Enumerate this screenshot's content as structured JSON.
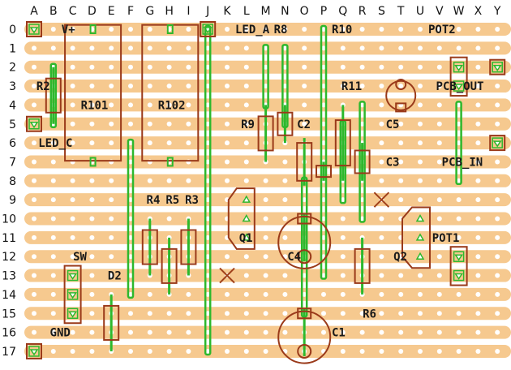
{
  "board": {
    "columns": [
      "A",
      "B",
      "C",
      "D",
      "E",
      "F",
      "G",
      "H",
      "I",
      "J",
      "K",
      "L",
      "M",
      "N",
      "O",
      "P",
      "Q",
      "R",
      "S",
      "T",
      "U",
      "V",
      "W",
      "X",
      "Y"
    ],
    "rows": [
      "0",
      "1",
      "2",
      "3",
      "4",
      "5",
      "6",
      "7",
      "8",
      "9",
      "10",
      "11",
      "12",
      "13",
      "14",
      "15",
      "16",
      "17"
    ],
    "colors": {
      "strip": "#f6c98f",
      "hole": "#ffffff",
      "wire": "#2db82d",
      "component": "#9a3a1a",
      "cut": "#a0401a"
    }
  },
  "labels": [
    {
      "text": "V+",
      "col": 1,
      "row": 0
    },
    {
      "text": "LED_A",
      "col": 10,
      "row": 0
    },
    {
      "text": "R8",
      "col": 12,
      "row": 0
    },
    {
      "text": "R10",
      "col": 15,
      "row": 0
    },
    {
      "text": "POT2",
      "col": 20,
      "row": 0
    },
    {
      "text": "R2",
      "col": -0.3,
      "row": 3
    },
    {
      "text": "R101",
      "col": 2,
      "row": 4
    },
    {
      "text": "R102",
      "col": 6,
      "row": 4
    },
    {
      "text": "R11",
      "col": 15.5,
      "row": 3
    },
    {
      "text": "PCB_OUT",
      "col": 20.4,
      "row": 3
    },
    {
      "text": "R9",
      "col": 10.3,
      "row": 5
    },
    {
      "text": "C2",
      "col": 13.2,
      "row": 5
    },
    {
      "text": "C5",
      "col": 17.8,
      "row": 5
    },
    {
      "text": "LED_C",
      "col": -0.2,
      "row": 6
    },
    {
      "text": "C3",
      "col": 17.8,
      "row": 7
    },
    {
      "text": "PCB_IN",
      "col": 20.7,
      "row": 7
    },
    {
      "text": "R4",
      "col": 5.4,
      "row": 9
    },
    {
      "text": "R5",
      "col": 6.4,
      "row": 9
    },
    {
      "text": "R3",
      "col": 7.4,
      "row": 9
    },
    {
      "text": "Q1",
      "col": 10.2,
      "row": 11
    },
    {
      "text": "POT1",
      "col": 20.2,
      "row": 11
    },
    {
      "text": "SW",
      "col": 1.6,
      "row": 12
    },
    {
      "text": "C4",
      "col": 12.7,
      "row": 12
    },
    {
      "text": "Q2",
      "col": 18.2,
      "row": 12
    },
    {
      "text": "D2",
      "col": 3.4,
      "row": 13
    },
    {
      "text": "R6",
      "col": 16.6,
      "row": 15
    },
    {
      "text": "GND",
      "col": 0.4,
      "row": 16
    },
    {
      "text": "C1",
      "col": 15,
      "row": 16
    }
  ],
  "pads": [
    {
      "name": "pad-vplus",
      "col": 0,
      "row": 0
    },
    {
      "name": "pad-led-a",
      "col": 9,
      "row": 0
    },
    {
      "name": "pad-led-c",
      "col": 0,
      "row": 5
    },
    {
      "name": "pad-pcb-out",
      "col": 24,
      "row": 2
    },
    {
      "name": "pad-pcb-in",
      "col": 24,
      "row": 6
    },
    {
      "name": "pad-gnd",
      "col": 0,
      "row": 17
    }
  ],
  "wires": [
    {
      "col": 1,
      "from": 5,
      "to": 2
    },
    {
      "col": 9,
      "from": 0,
      "to": 17
    },
    {
      "col": 12,
      "from": 1,
      "to": 4
    },
    {
      "col": 13,
      "from": 1,
      "to": 5
    },
    {
      "col": 15,
      "from": 0,
      "to": 13
    },
    {
      "col": 5,
      "from": 6,
      "to": 14
    },
    {
      "col": 17,
      "from": 10,
      "to": 4
    },
    {
      "col": 22,
      "from": 4,
      "to": 8
    },
    {
      "col": 14,
      "from": 8,
      "to": 15
    },
    {
      "col": 16,
      "from": 5,
      "to": 9
    }
  ],
  "resistors": [
    {
      "name": "resistor-r2",
      "col": 1,
      "from": 2,
      "to": 5
    },
    {
      "name": "resistor-r9",
      "col": 12,
      "from": 4,
      "to": 7
    },
    {
      "name": "resistor-r8",
      "col": 13,
      "from": 4,
      "to": 6
    },
    {
      "name": "resistor-r10",
      "col": 15,
      "from": 7,
      "to": 8
    },
    {
      "name": "resistor-r11",
      "col": 16,
      "from": 4,
      "to": 8
    },
    {
      "name": "resistor-r3",
      "col": 8,
      "from": 10,
      "to": 13
    },
    {
      "name": "resistor-r4",
      "col": 6,
      "from": 10,
      "to": 13
    },
    {
      "name": "resistor-r5",
      "col": 7,
      "from": 11,
      "to": 14
    },
    {
      "name": "resistor-r6",
      "col": 17,
      "from": 11,
      "to": 14
    },
    {
      "name": "resistor-c3",
      "col": 17,
      "from": 6,
      "to": 8
    },
    {
      "name": "diode-d2",
      "col": 4,
      "from": 14,
      "to": 17
    }
  ],
  "blocks": [
    {
      "name": "resistor-network-r101",
      "col1": 1.6,
      "col2": 4.5,
      "row1": 0.2,
      "row2": 7.2
    },
    {
      "name": "resistor-network-r102",
      "col1": 5.6,
      "col2": 8.5,
      "row1": 0.2,
      "row2": 7.2
    }
  ],
  "capacitors": [
    {
      "name": "capacitor-c2",
      "col": 14,
      "from": 6,
      "to": 8,
      "type": "box"
    },
    {
      "name": "capacitor-c4",
      "col": 14,
      "from": 10,
      "to": 12,
      "type": "round"
    },
    {
      "name": "capacitor-c1",
      "col": 14,
      "from": 15,
      "to": 17,
      "type": "round"
    },
    {
      "name": "capacitor-c5",
      "col": 19,
      "from": 3,
      "to": 4,
      "type": "round-small"
    }
  ],
  "transistors": [
    {
      "name": "transistor-q1",
      "col": 11,
      "rows": [
        9,
        10,
        11
      ],
      "flip": false
    },
    {
      "name": "transistor-q2",
      "col": 20,
      "rows": [
        10,
        11,
        12
      ],
      "flip": true
    }
  ],
  "pots": [
    {
      "name": "pot2",
      "col": 22,
      "from": 2,
      "to": 3
    },
    {
      "name": "pot1",
      "col": 22,
      "from": 12,
      "to": 13
    },
    {
      "name": "switch-sw",
      "col": 2,
      "from": 13,
      "to": 15
    }
  ],
  "cuts": [
    {
      "col": 10,
      "row": 13
    },
    {
      "col": 18,
      "row": 9
    }
  ]
}
